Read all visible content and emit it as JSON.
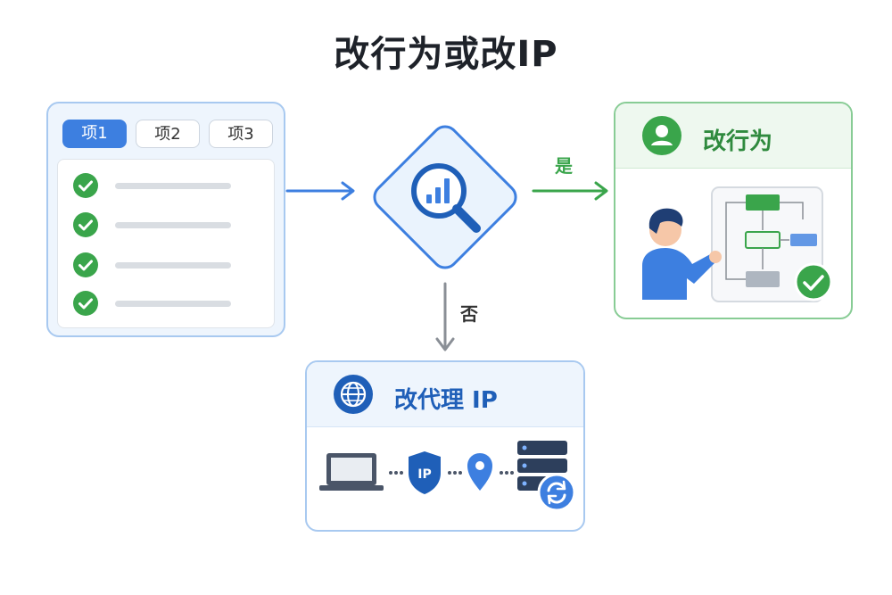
{
  "title": "改行为或改IP",
  "checklist": {
    "tabs": [
      {
        "label": "项1",
        "active": true
      },
      {
        "label": "项2",
        "active": false
      },
      {
        "label": "项3",
        "active": false
      }
    ],
    "item_count": 4
  },
  "decision": {
    "icon": "analytics-magnifier-icon",
    "yes_label": "是",
    "no_label": "否"
  },
  "behavior_card": {
    "title": "改行为",
    "icon": "user-icon"
  },
  "proxy_card": {
    "title": "改代理 IP",
    "icon": "globe-icon",
    "shield_text": "IP"
  },
  "colors": {
    "blue": "#3d7fe0",
    "green": "#3aa54b",
    "gray_arrow": "#8a8f96"
  }
}
